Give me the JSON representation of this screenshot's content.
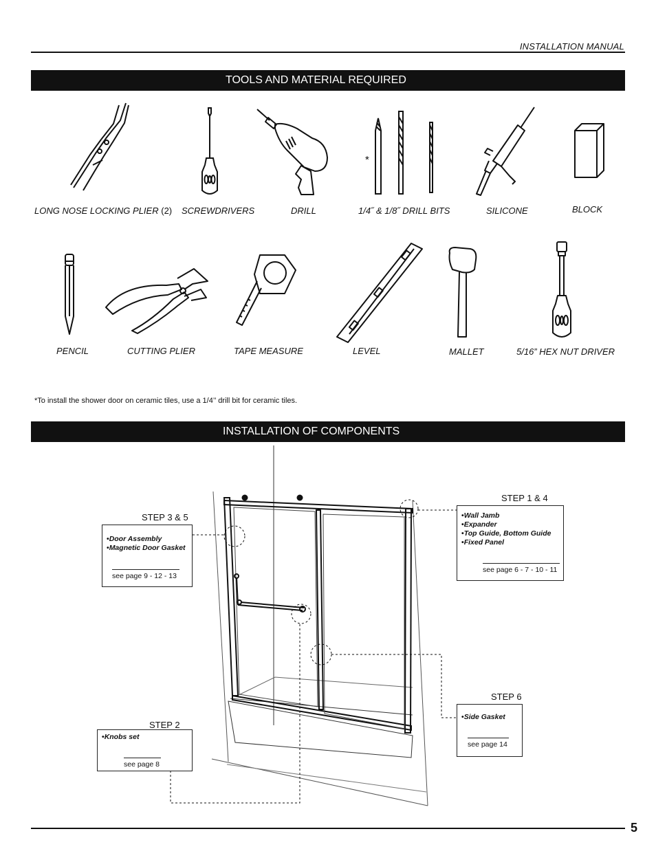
{
  "header": {
    "label": "INSTALLATION MANUAL"
  },
  "tools_section": {
    "title": "TOOLS AND MATERIAL REQUIRED",
    "drill_bit_marker": "*",
    "tools": [
      {
        "label": "LONG NOSE LOCKING PLIER",
        "qty": "(2)",
        "icon": "locking-plier-icon"
      },
      {
        "label": "SCREWDRIVERS",
        "icon": "screwdriver-icon"
      },
      {
        "label": "DRILL",
        "icon": "drill-icon"
      },
      {
        "label": "1/4˝ & 1/8˝ DRILL BITS",
        "icon": "drill-bits-icon"
      },
      {
        "label": "SILICONE",
        "icon": "caulk-gun-icon"
      },
      {
        "label": "BLOCK",
        "icon": "block-icon"
      },
      {
        "label": "PENCIL",
        "icon": "pencil-icon"
      },
      {
        "label": "CUTTING PLIER",
        "icon": "cutting-plier-icon"
      },
      {
        "label": "TAPE MEASURE",
        "icon": "tape-measure-icon"
      },
      {
        "label": "LEVEL",
        "icon": "level-icon"
      },
      {
        "label": "MALLET",
        "icon": "mallet-icon"
      },
      {
        "label": "5/16” HEX NUT DRIVER",
        "icon": "hex-nut-driver-icon"
      }
    ],
    "footnote": "*To install the shower door on ceramic tiles, use a 1/4’’ drill bit for ceramic tiles."
  },
  "components_section": {
    "title": "INSTALLATION  OF   COMPONENTS",
    "steps": [
      {
        "title": "STEP  3 & 5",
        "items": [
          "Door Assembly",
          "Magnetic Door Gasket"
        ],
        "see": "see page 9 - 12 - 13"
      },
      {
        "title": "STEP  1 & 4",
        "items": [
          "Wall Jamb",
          "Expander",
          "Top Guide, Bottom Guide",
          "Fixed Panel"
        ],
        "see": "see page 6 - 7 - 10 - 11"
      },
      {
        "title": "STEP  6",
        "items": [
          "Side Gasket"
        ],
        "see": "see page 14"
      },
      {
        "title": "STEP  2",
        "items": [
          "Knobs set"
        ],
        "see": "see page 8"
      }
    ]
  },
  "footer": {
    "page_number": "5"
  }
}
